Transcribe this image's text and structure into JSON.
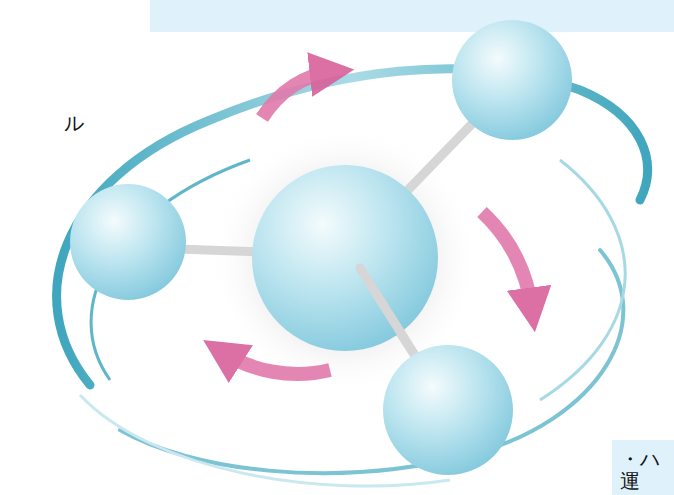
{
  "diagram": {
    "labels": [
      "ル",
      "・ハ",
      "運"
    ]
  }
}
